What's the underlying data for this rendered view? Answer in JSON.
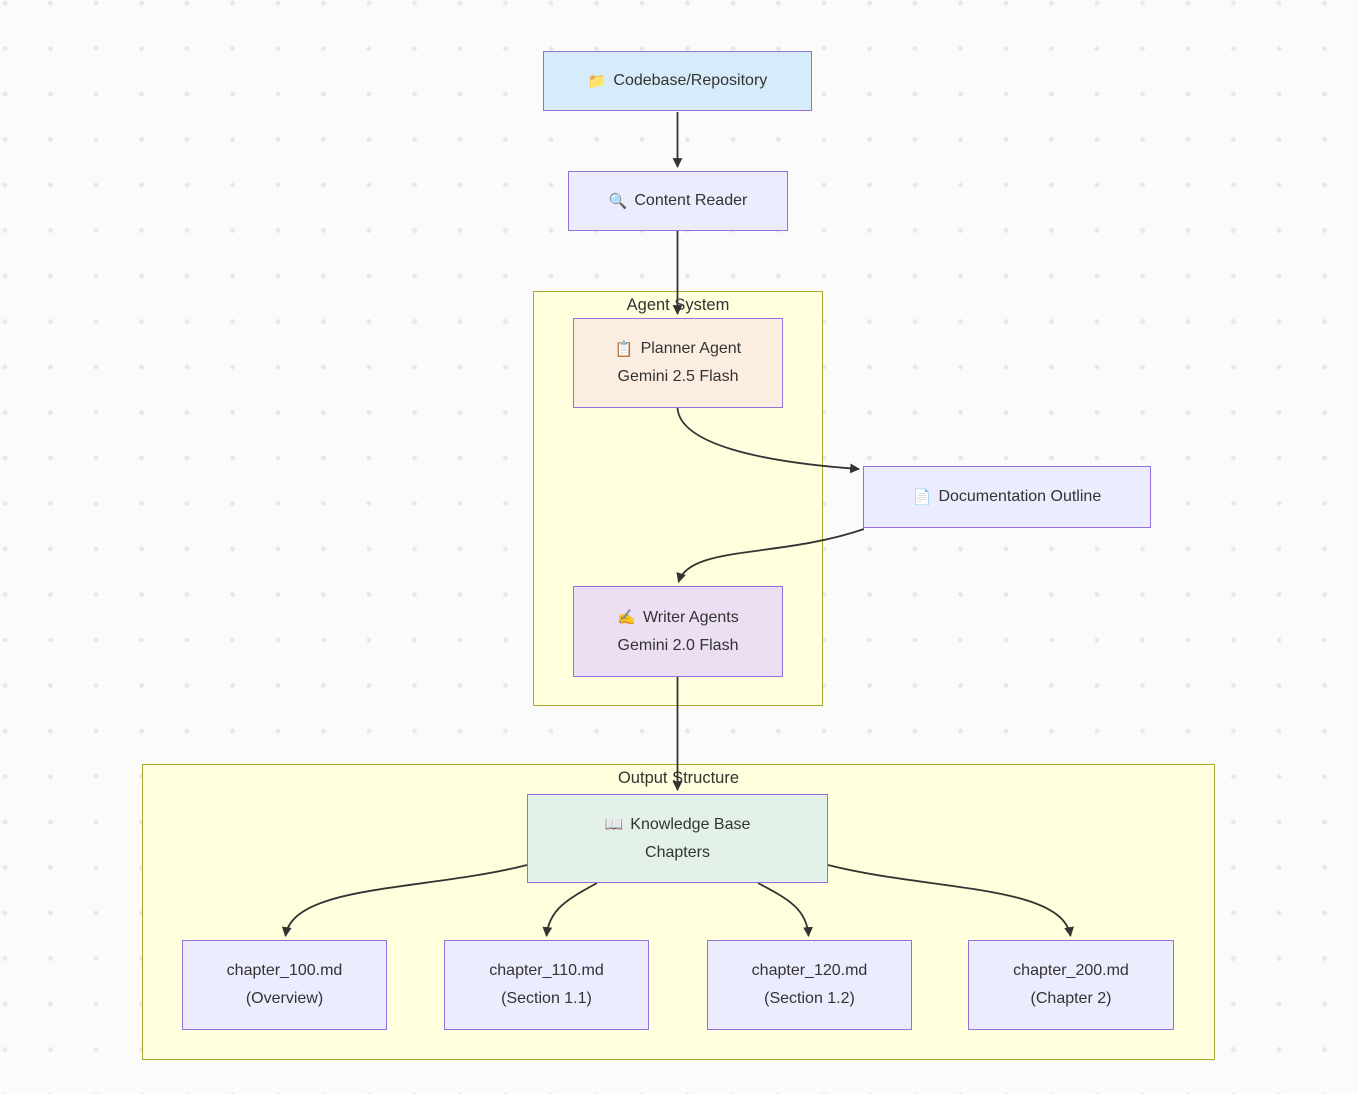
{
  "diagram": {
    "clusters": {
      "agent_system": {
        "title": "Agent System"
      },
      "output_structure": {
        "title": "Output Structure"
      }
    },
    "nodes": {
      "codebase": {
        "icon": "📁",
        "label": "Codebase/Repository"
      },
      "reader": {
        "icon": "🔍",
        "label": "Content Reader"
      },
      "planner": {
        "icon": "📋",
        "label": "Planner Agent",
        "sublabel": "Gemini 2.5 Flash"
      },
      "outline": {
        "icon": "📄",
        "label": "Documentation Outline"
      },
      "writer": {
        "icon": "✍️",
        "label": "Writer Agents",
        "sublabel": "Gemini 2.0 Flash"
      },
      "kb": {
        "icon": "📖",
        "label": "Knowledge Base",
        "sublabel": "Chapters"
      },
      "ch100": {
        "label": "chapter_100.md",
        "sublabel": "(Overview)"
      },
      "ch110": {
        "label": "chapter_110.md",
        "sublabel": "(Section 1.1)"
      },
      "ch120": {
        "label": "chapter_120.md",
        "sublabel": "(Section 1.2)"
      },
      "ch200": {
        "label": "chapter_200.md",
        "sublabel": "(Chapter 2)"
      }
    },
    "edges": [
      {
        "from": "Codebase/Repository",
        "to": "Content Reader"
      },
      {
        "from": "Content Reader",
        "to": "Planner Agent (Gemini 2.5 Flash)"
      },
      {
        "from": "Planner Agent (Gemini 2.5 Flash)",
        "to": "Documentation Outline"
      },
      {
        "from": "Documentation Outline",
        "to": "Writer Agents (Gemini 2.0 Flash)"
      },
      {
        "from": "Writer Agents (Gemini 2.0 Flash)",
        "to": "Knowledge Base Chapters"
      },
      {
        "from": "Knowledge Base Chapters",
        "to": "chapter_100.md (Overview)"
      },
      {
        "from": "Knowledge Base Chapters",
        "to": "chapter_110.md (Section 1.1)"
      },
      {
        "from": "Knowledge Base Chapters",
        "to": "chapter_120.md (Section 1.2)"
      },
      {
        "from": "Knowledge Base Chapters",
        "to": "chapter_200.md (Chapter 2)"
      }
    ],
    "colors": {
      "node_border": "#9370db",
      "node_default_fill": "#ececff",
      "codebase_fill": "#d7ecfa",
      "planner_fill": "#fbeee1",
      "writer_fill": "#ecdff3",
      "knowledge_base_fill": "#e3f1e8",
      "cluster_fill": "#ffffde",
      "cluster_border": "#aaaa33",
      "edge": "#333333",
      "text": "#333333",
      "background_dots": "#e8e8e7"
    }
  }
}
